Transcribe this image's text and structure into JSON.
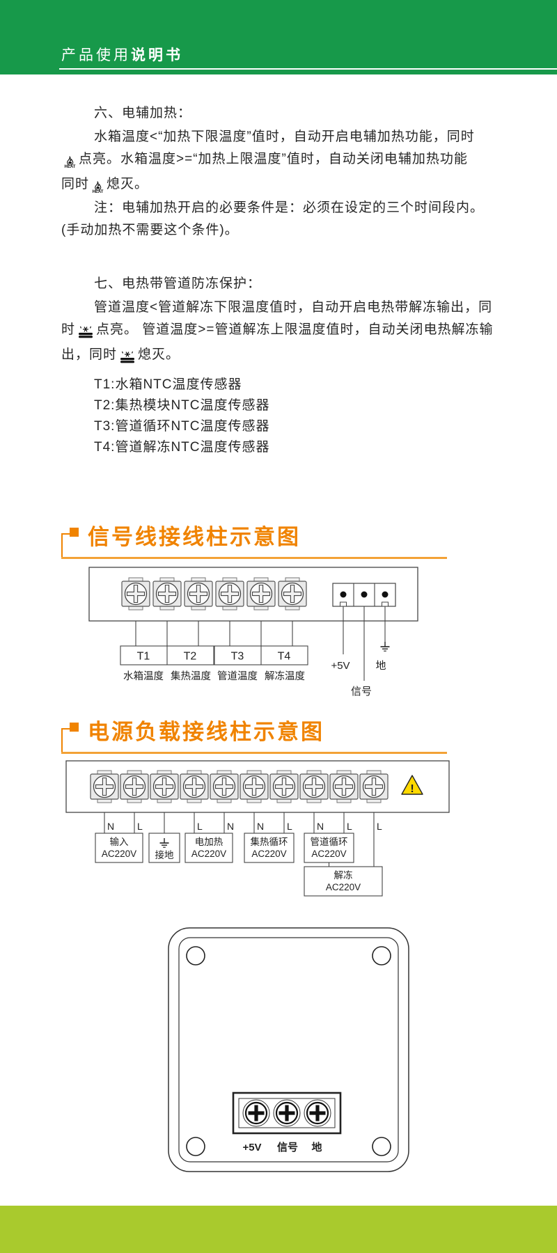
{
  "header": {
    "title_regular": "产品使用",
    "title_bold": "说明书"
  },
  "heating": {
    "heading": "六、电辅加热：",
    "line1": "水箱温度<“加热下限温度”值时，自动开启电辅加热功能，同时",
    "line2_after_icon": "点亮。水箱温度>=“加热上限温度”值时，自动关闭电辅加热功能",
    "line3_before_icon": "同时",
    "line3_after_icon": "熄灭。",
    "note1": "注：电辅加热开启的必要条件是：必须在设定的三个时间段内。",
    "note2": "(手动加热不需要这个条件)。",
    "heat_icon_text": "HEAT"
  },
  "defrost": {
    "heading": "七、电热带管道防冻保护：",
    "line1": "管道温度<管道解冻下限温度值时，自动开启电热带解冻输出，同",
    "line2_before_icon": "时",
    "line2_after_icon": "点亮。 管道温度>=管道解冻上限温度值时，自动关闭电热解冻输",
    "line3_before_icon": "出，同时",
    "line3_after_icon": "熄灭。"
  },
  "sensor_list": [
    "T1:水箱NTC温度传感器",
    "T2:集热模块NTC温度传感器",
    "T3:管道循环NTC温度传感器",
    "T4:管道解冻NTC温度传感器"
  ],
  "signal_diagram": {
    "title": "信号线接线柱示意图",
    "terminals": [
      "T1",
      "T2",
      "T3",
      "T4"
    ],
    "terminal_desc": [
      "水箱温度",
      "集热温度",
      "管道温度",
      "解冻温度"
    ],
    "plus5v": "+5V",
    "ground": "地",
    "signal": "信号"
  },
  "power_diagram": {
    "title": "电源负载接线柱示意图",
    "wire_labels": [
      "N",
      "L",
      "L",
      "N",
      "N",
      "L",
      "N",
      "L",
      "L"
    ],
    "boxes": {
      "input": [
        "输入",
        "AC220V"
      ],
      "earth": [
        "接地"
      ],
      "heater": [
        "电加热",
        "AC220V"
      ],
      "collector": [
        "集热循环",
        "AC220V"
      ],
      "pipe": [
        "管道循环",
        "AC220V"
      ],
      "defrost": [
        "解冻",
        "AC220V"
      ]
    }
  },
  "panel": {
    "labels": [
      "+5V",
      "信号",
      "地"
    ]
  },
  "colors": {
    "header_green": "#17994a",
    "accent_orange": "#f08300",
    "footer_lime": "#a9ca2d",
    "warning_yellow": "#ffd900"
  }
}
